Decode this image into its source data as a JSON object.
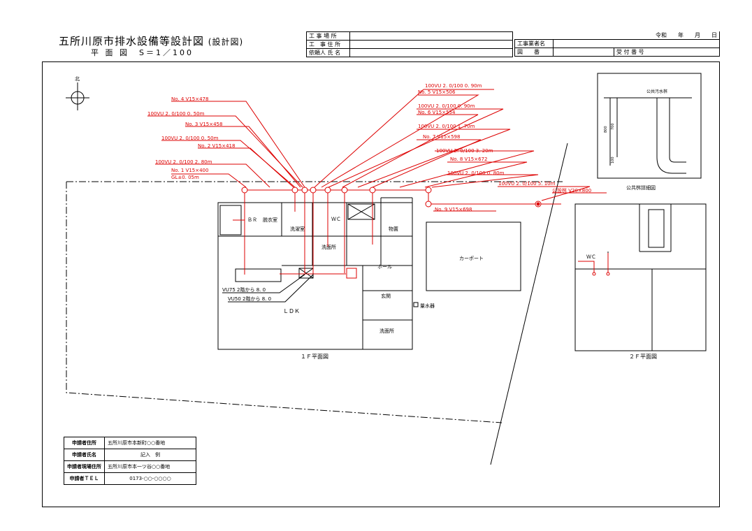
{
  "header": {
    "title": "五所川原市排水設備等設計図",
    "title_suffix": "(設計図)",
    "subtitle": "平 面 図　S＝1／100"
  },
  "info_table": {
    "site_location": "工 事 場 所",
    "site_address": "工　事 住 所",
    "client_name": "依頼人 氏 名",
    "date": "令和　　年　　月　　日",
    "contractor": "工事業者名",
    "drawing_no": "図　　番",
    "receipt_no": "受 付 番 号"
  },
  "compass": {
    "north": "北"
  },
  "pipe_labels": {
    "l1": "No. 4  V15×478",
    "l2": "100VU  2. 0/100  0. 50m",
    "l3": "No. 3  V15×458",
    "l4": "100VU  2. 0/100  0. 50m",
    "l5": "No. 2  V15×418",
    "l6": "100VU  2. 0/100  2. 80m",
    "l7": "No. 1  V15×400",
    "l8": "GL±0. 05m",
    "r1": "100VU  2. 0/100  0. 90m",
    "r2": "No. 5  V15×506",
    "r3": "100VU  2. 0/100  0. 90m",
    "r4": "No. 6  V15×554",
    "r5": "100VU  2. 0/100  1. 70m",
    "r6": "No. 7  V15×598",
    "r7": "100VU  2. 0/100  3. 20m",
    "r8": "No. 8  V15×672",
    "r9": "100VU  2. 0/100  0. 80m",
    "r10": "100VU  2. 0/100  5. 10m",
    "r11": "No. 9  V15×698",
    "r12": "公設桝  V20×800"
  },
  "rooms": {
    "br": "ＢＲ",
    "dressing": "脱衣室",
    "laundry": "洗濯室",
    "wc1": "ＷＣ",
    "washroom": "洗面所",
    "storage": "物置",
    "hall": "ホール",
    "entrance": "玄関",
    "ldk": "ＬＤＫ",
    "carport": "カーポート",
    "washroom2": "洗面所",
    "water_meter": "量水器",
    "wc2": "ＷＣ",
    "note1": "VU75  2階から  8. 0",
    "note2": "VU50  2階から  8. 0"
  },
  "floor_labels": {
    "f1": "１Ｆ平面図",
    "f2": "２Ｆ平面図"
  },
  "detail": {
    "title": "公共桝詳細図",
    "box_label": "公共汚水桝",
    "dim1": "800",
    "dim2": "700",
    "dim3": "100"
  },
  "applicant": {
    "rows": [
      {
        "key": "申請者住所",
        "value": "五所川原市本新町○○番地"
      },
      {
        "key": "申請者氏名",
        "value": "記入　例"
      },
      {
        "key": "申請者現場住所",
        "value": "五所川原市本一ツ谷○○番地"
      },
      {
        "key": "申請者ＴＥＬ",
        "value": "0173-○○-○○○○"
      }
    ]
  },
  "colors": {
    "pipe": "#dd0000",
    "line": "#000000"
  }
}
